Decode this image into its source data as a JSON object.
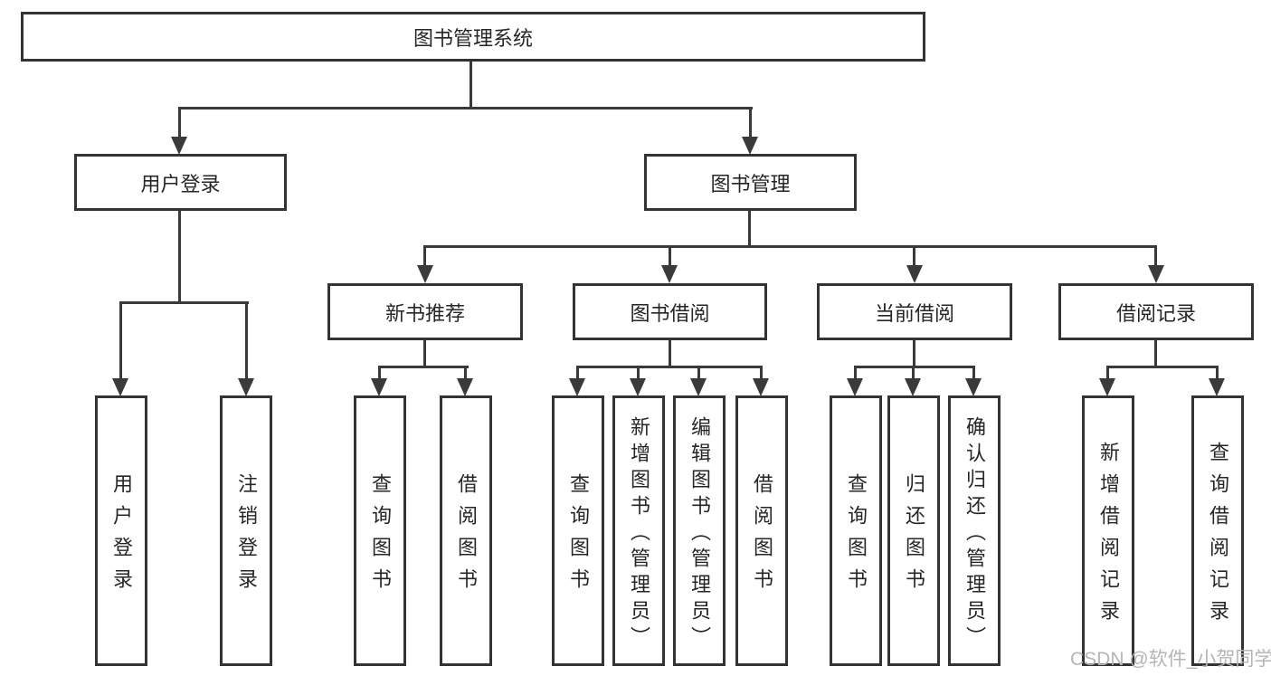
{
  "diagram": {
    "title_node": {
      "label": "图书管理系统"
    },
    "level2": [
      {
        "label": "用户登录"
      },
      {
        "label": "图书管理"
      }
    ],
    "level3": [
      {
        "label": "新书推荐"
      },
      {
        "label": "图书借阅"
      },
      {
        "label": "当前借阅"
      },
      {
        "label": "借阅记录"
      }
    ],
    "level4": [
      {
        "label": "用户登录"
      },
      {
        "label": "注销登录"
      },
      {
        "label": "查询图书"
      },
      {
        "label": "借阅图书"
      },
      {
        "label": "查询图书"
      },
      {
        "label": "新增图书（管理员）"
      },
      {
        "label": "编辑图书（管理员）"
      },
      {
        "label": "借阅图书"
      },
      {
        "label": "查询图书"
      },
      {
        "label": "归还图书"
      },
      {
        "label": "确认归还（管理员）"
      },
      {
        "label": "新增借阅记录"
      },
      {
        "label": "查询借阅记录"
      }
    ],
    "watermark": "CSDN @软件_小贺同学",
    "colors": {
      "line": "#3a3a3a",
      "border": "#333333",
      "text": "#262626",
      "watermark": "#b5b5b5",
      "background": "#ffffff"
    }
  }
}
